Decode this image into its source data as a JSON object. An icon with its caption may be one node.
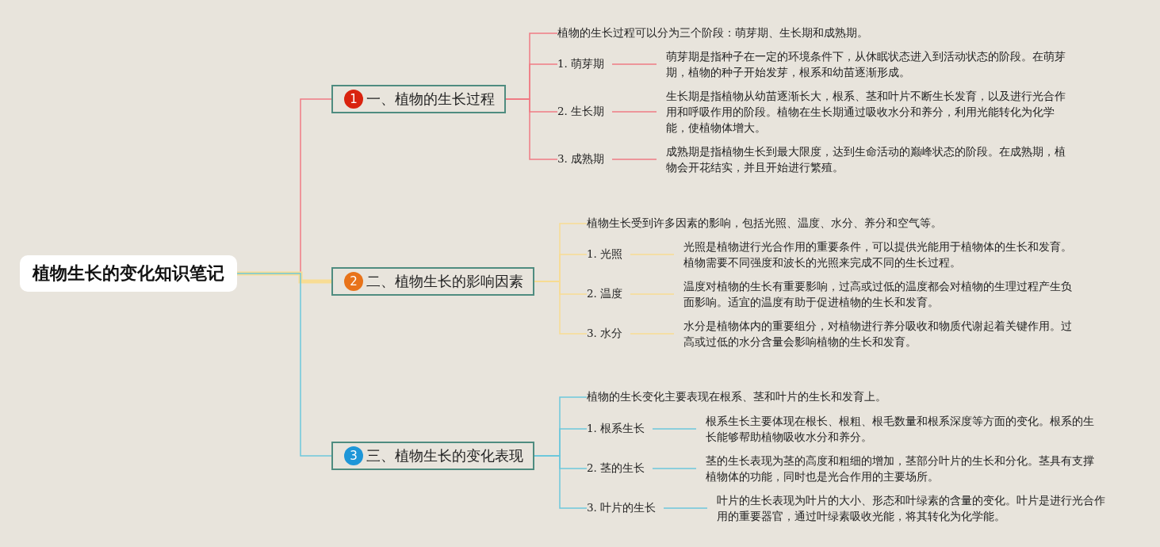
{
  "diagram": {
    "nodes": [
      {
        "text": [
          "植物生长的变化知识笔记"
        ]
      },
      {
        "text": [
          "1",
          "一、植物的生长过程"
        ]
      },
      {
        "text": [
          "植物的生长过程可以分为三个阶段：萌芽期、生长期和成熟期。"
        ]
      },
      {
        "text": [
          "1. 萌芽期"
        ]
      },
      {
        "text": [
          "萌芽期是指种子在一定的环境条件下，从休眠状态进入到活动状态的阶段。在萌芽期，植物的种子开始发芽，根系和幼苗逐渐形成。"
        ]
      },
      {
        "text": [
          "2. 生长期"
        ]
      },
      {
        "text": [
          "生长期是指植物从幼苗逐渐长大，根系、茎和叶片不断生长发育，以及进行光合作用和呼吸作用的阶段。植物在生长期通过吸收水分和养分，利用光能转化为化学能，使植物体增大。"
        ]
      },
      {
        "text": [
          "3. 成熟期"
        ]
      },
      {
        "text": [
          "成熟期是指植物生长到最大限度，达到生命活动的巅峰状态的阶段。在成熟期，植物会开花结实，并且开始进行繁殖。"
        ]
      },
      {
        "text": [
          "2",
          "二、植物生长的影响因素"
        ]
      },
      {
        "text": [
          "植物生长受到许多因素的影响，包括光照、温度、水分、养分和空气等。"
        ]
      },
      {
        "text": [
          "1. 光照"
        ]
      },
      {
        "text": [
          "光照是植物进行光合作用的重要条件，可以提供光能用于植物体的生长和发育。植物需要不同强度和波长的光照来完成不同的生长过程。"
        ]
      },
      {
        "text": [
          "2. 温度"
        ]
      },
      {
        "text": [
          "温度对植物的生长有重要影响，过高或过低的温度都会对植物的生理过程产生负面影响。适宜的温度有助于促进植物的生长和发育。"
        ]
      },
      {
        "text": [
          "3. 水分"
        ]
      },
      {
        "text": [
          "水分是植物体内的重要组分，对植物进行养分吸收和物质代谢起着关键作用。过高或过低的水分含量会影响植物的生长和发育。"
        ]
      },
      {
        "text": [
          "3",
          "三、植物生长的变化表现"
        ]
      },
      {
        "text": [
          "植物的生长变化主要表现在根系、茎和叶片的生长和发育上。"
        ]
      },
      {
        "text": [
          "1. 根系生长"
        ]
      },
      {
        "text": [
          "根系生长主要体现在根长、根粗、根毛数量和根系深度等方面的变化。根系的生长能够帮助植物吸收水分和养分。"
        ]
      },
      {
        "text": [
          "2. 茎的生长"
        ]
      },
      {
        "text": [
          "茎的生长表现为茎的高度和粗细的增加，茎部分叶片的生长和分化。茎具有支撑植物体的功能，同时也是光合作用的主要场所。"
        ]
      },
      {
        "text": [
          "3. 叶片的生长"
        ]
      },
      {
        "text": [
          "叶片的生长表现为叶片的大小、形态和叶绿素的含量的变化。叶片是进行光合作用的重要器官，通过叶绿素吸收光能，将其转化为化学能。"
        ]
      }
    ],
    "edges": [
      {
        "from": 0,
        "to": 1,
        "arrow": "none",
        "color": "#ef7b84"
      },
      {
        "from": 0,
        "to": 9,
        "arrow": "none",
        "style": "thick",
        "color": "#f8dc93"
      },
      {
        "from": 0,
        "to": 17,
        "arrow": "none",
        "color": "#6cc7dc"
      },
      {
        "from": 1,
        "to": 2,
        "arrow": "none",
        "color": "#ef7b84"
      },
      {
        "from": 1,
        "to": 3,
        "arrow": "none",
        "color": "#ef7b84"
      },
      {
        "from": 1,
        "to": 5,
        "arrow": "none",
        "color": "#ef7b84"
      },
      {
        "from": 1,
        "to": 7,
        "arrow": "none",
        "color": "#ef7b84"
      },
      {
        "from": 3,
        "to": 4,
        "arrow": "none",
        "color": "#ef7b84"
      },
      {
        "from": 5,
        "to": 6,
        "arrow": "none",
        "color": "#ef7b84"
      },
      {
        "from": 7,
        "to": 8,
        "arrow": "none",
        "color": "#ef7b84"
      },
      {
        "from": 9,
        "to": 10,
        "arrow": "none",
        "color": "#f8dc93"
      },
      {
        "from": 9,
        "to": 11,
        "arrow": "none",
        "color": "#f8dc93"
      },
      {
        "from": 9,
        "to": 13,
        "arrow": "none",
        "color": "#f8dc93"
      },
      {
        "from": 9,
        "to": 15,
        "arrow": "none",
        "color": "#f8dc93"
      },
      {
        "from": 11,
        "to": 12,
        "arrow": "none",
        "color": "#f8dc93"
      },
      {
        "from": 13,
        "to": 14,
        "arrow": "none",
        "color": "#f8dc93"
      },
      {
        "from": 15,
        "to": 16,
        "arrow": "none",
        "color": "#f8dc93"
      },
      {
        "from": 17,
        "to": 18,
        "arrow": "none",
        "color": "#6cc7dc"
      },
      {
        "from": 17,
        "to": 19,
        "arrow": "none",
        "color": "#6cc7dc"
      },
      {
        "from": 17,
        "to": 21,
        "arrow": "none",
        "color": "#6cc7dc"
      },
      {
        "from": 17,
        "to": 23,
        "arrow": "none",
        "color": "#6cc7dc"
      },
      {
        "from": 19,
        "to": 20,
        "arrow": "none",
        "color": "#6cc7dc"
      },
      {
        "from": 21,
        "to": 22,
        "arrow": "none",
        "color": "#6cc7dc"
      },
      {
        "from": 23,
        "to": 24,
        "arrow": "none",
        "color": "#6cc7dc"
      }
    ]
  }
}
